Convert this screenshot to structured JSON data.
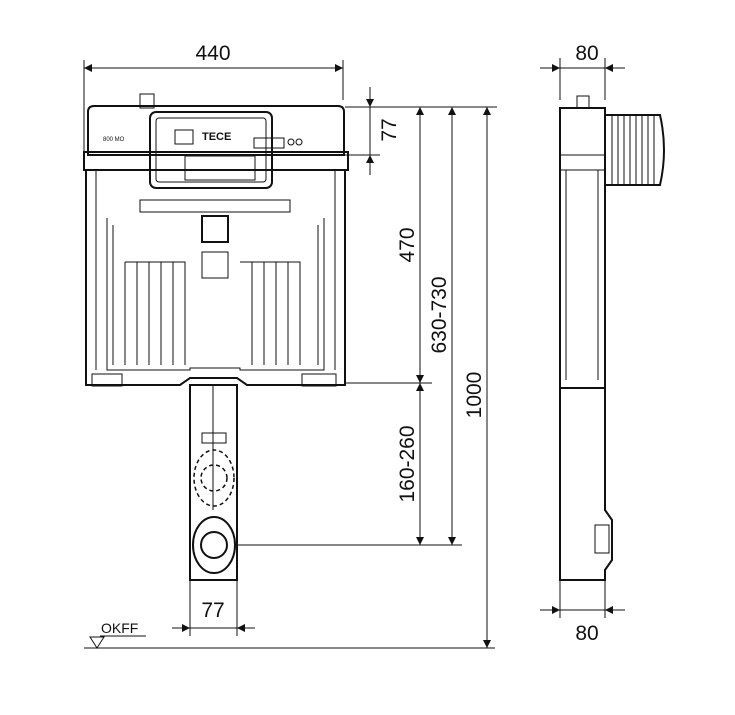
{
  "drawing": {
    "front_view": {
      "width_dim": "440",
      "pipe_width_dim": "77",
      "top_cap_height_dim": "77",
      "tank_height_dim": "470",
      "actuation_height_dim": "630-730",
      "total_height_dim": "1000",
      "outlet_height_dim": "160-260",
      "floor_label": "OKFF",
      "logo_text": "TECE",
      "small_label": "800 MO"
    },
    "side_view": {
      "top_depth_dim": "80",
      "bottom_depth_dim": "80"
    }
  }
}
